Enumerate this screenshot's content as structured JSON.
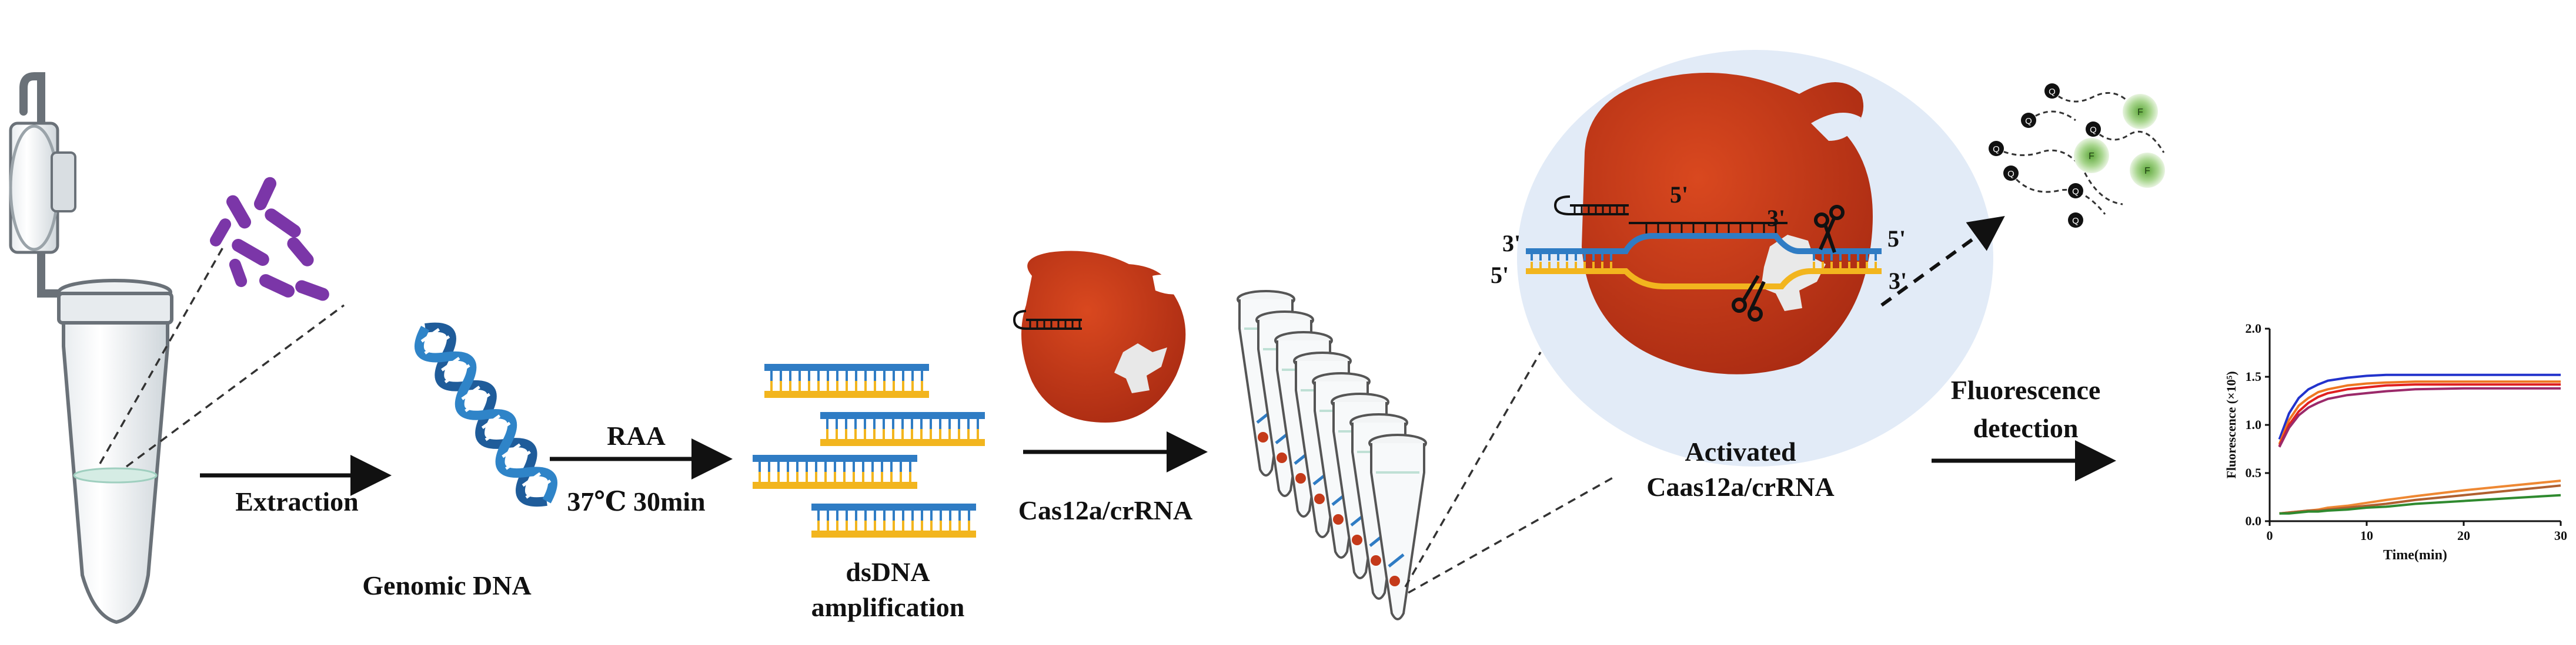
{
  "steps": {
    "extraction": "Extraction",
    "genomic_dna": "Genomic DNA",
    "raa": "RAA",
    "raa_conditions": "37℃ 30min",
    "dsdna_line1": "dsDNA",
    "dsdna_line2": "amplification",
    "cas12a": "Cas12a/crRNA",
    "activated_line1": "Activated",
    "activated_line2": "Caas12a/crRNA",
    "fluor_line1": "Fluorescence",
    "fluor_line2": "detection"
  },
  "strand_labels": {
    "top_left": "3'",
    "bottom_left": "5'",
    "top_right": "5'",
    "bottom_right": "3'",
    "crrna_5p": "5'",
    "crrna_3p": "3'"
  },
  "reporter_labels": {
    "quencher": "Q",
    "fluorophore": "F"
  },
  "colors": {
    "cas_protein": "#c43a1a",
    "dna_blue": "#2f7cc4",
    "dna_yellow": "#f2b51e",
    "bacteria": "#7b36a8",
    "bubble": "#e2ebf7",
    "fluorophore": "#6fb24a"
  },
  "chart_data": {
    "type": "line",
    "xlabel": "Time(min)",
    "ylabel": "Fluorescence (×10⁵)",
    "xlim": [
      0,
      30
    ],
    "ylim": [
      0,
      2.0
    ],
    "xticks": [
      "0",
      "10",
      "20",
      "30"
    ],
    "yticks": [
      "0.0",
      "0.5",
      "1.0",
      "1.5",
      "2.0"
    ],
    "x": [
      1,
      2,
      3,
      4,
      5,
      6,
      8,
      10,
      12,
      15,
      20,
      25,
      30
    ],
    "series": [
      {
        "color": "#2233cc",
        "values": [
          0.85,
          1.12,
          1.28,
          1.37,
          1.42,
          1.46,
          1.49,
          1.51,
          1.52,
          1.52,
          1.52,
          1.52,
          1.52
        ]
      },
      {
        "color": "#ee7722",
        "values": [
          0.8,
          1.05,
          1.2,
          1.28,
          1.34,
          1.37,
          1.41,
          1.43,
          1.44,
          1.45,
          1.45,
          1.45,
          1.45
        ]
      },
      {
        "color": "#e02020",
        "values": [
          0.78,
          1.0,
          1.14,
          1.23,
          1.29,
          1.33,
          1.37,
          1.39,
          1.41,
          1.42,
          1.42,
          1.42,
          1.42
        ]
      },
      {
        "color": "#9b2a6a",
        "values": [
          0.77,
          0.97,
          1.1,
          1.18,
          1.23,
          1.27,
          1.31,
          1.33,
          1.35,
          1.37,
          1.38,
          1.38,
          1.38
        ]
      },
      {
        "color": "#ee8833",
        "values": [
          0.08,
          0.09,
          0.1,
          0.11,
          0.12,
          0.14,
          0.16,
          0.19,
          0.22,
          0.26,
          0.32,
          0.37,
          0.42
        ]
      },
      {
        "color": "#b06030",
        "values": [
          0.08,
          0.09,
          0.1,
          0.11,
          0.11,
          0.12,
          0.14,
          0.16,
          0.18,
          0.22,
          0.27,
          0.32,
          0.37
        ]
      },
      {
        "color": "#2f8a2f",
        "values": [
          0.08,
          0.08,
          0.09,
          0.1,
          0.1,
          0.11,
          0.12,
          0.14,
          0.15,
          0.18,
          0.21,
          0.24,
          0.27
        ]
      }
    ]
  }
}
